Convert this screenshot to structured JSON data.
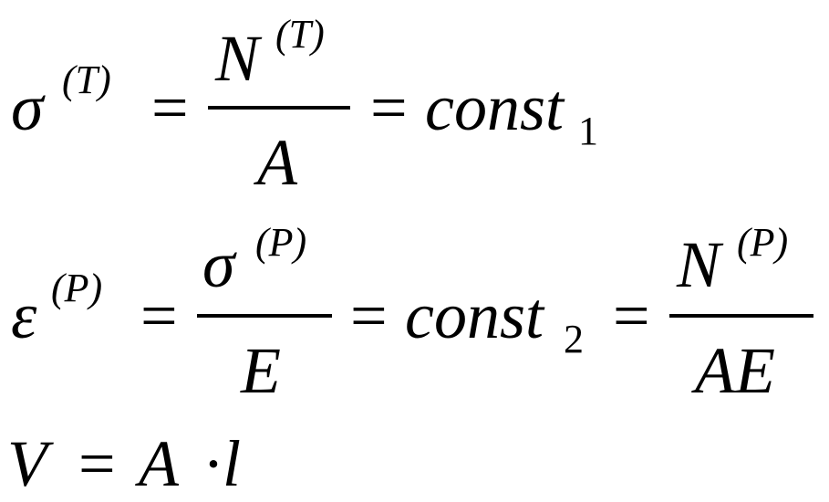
{
  "equation_1": {
    "lhs_symbol": "σ",
    "lhs_superscript": "(T)",
    "equals_1": "=",
    "numerator_symbol": "N",
    "numerator_superscript": "(T)",
    "denominator": "A",
    "equals_2": "=",
    "rhs_text": "const",
    "rhs_subscript": "1"
  },
  "equation_2": {
    "lhs_symbol": "ε",
    "lhs_superscript": "(P)",
    "equals_1": "=",
    "fraction_1_numerator_symbol": "σ",
    "fraction_1_numerator_superscript": "(P)",
    "fraction_1_denominator": "E",
    "equals_2": "=",
    "middle_text": "const",
    "middle_subscript": "2",
    "equals_3": "=",
    "fraction_2_numerator_symbol": "N",
    "fraction_2_numerator_superscript": "(P)",
    "fraction_2_denominator": "AE"
  },
  "equation_3": {
    "lhs_symbol": "V",
    "equals": "=",
    "factor_1": "A",
    "operator": "·",
    "factor_2": "l"
  }
}
